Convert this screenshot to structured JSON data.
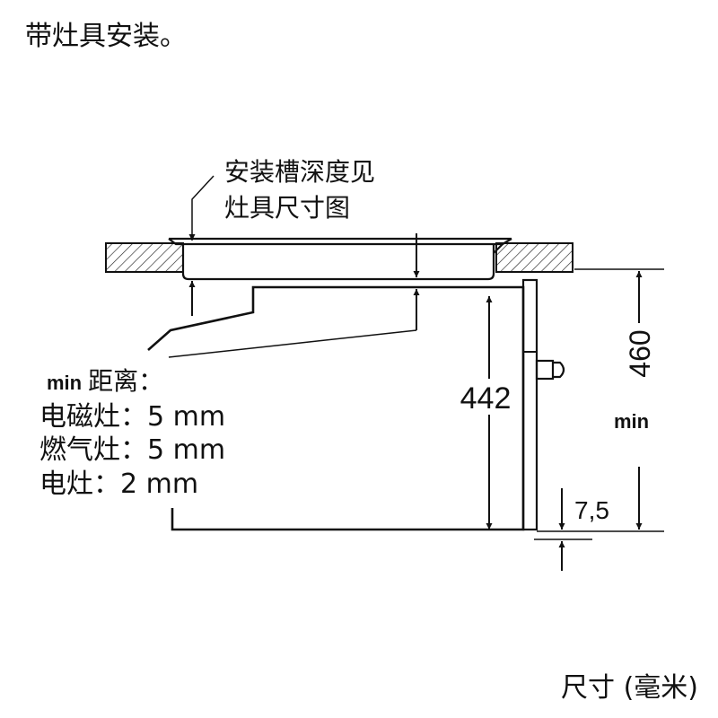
{
  "header": {
    "title": "带灶具安装。"
  },
  "footer": {
    "units": "尺寸 (毫米)"
  },
  "annotations": {
    "cutout_depth_line1": "安装槽深度见",
    "cutout_depth_line2": "灶具尺寸图",
    "min_prefix": "min",
    "min_distance_label": "距离：",
    "induction": "电磁灶：5 mm",
    "gas": "燃气灶：5 mm",
    "electric": "电灶：2 mm",
    "min_side": "min"
  },
  "dimensions": {
    "oven_height": "442",
    "cabinet_height": "460",
    "bottom_gap": "7,5"
  }
}
